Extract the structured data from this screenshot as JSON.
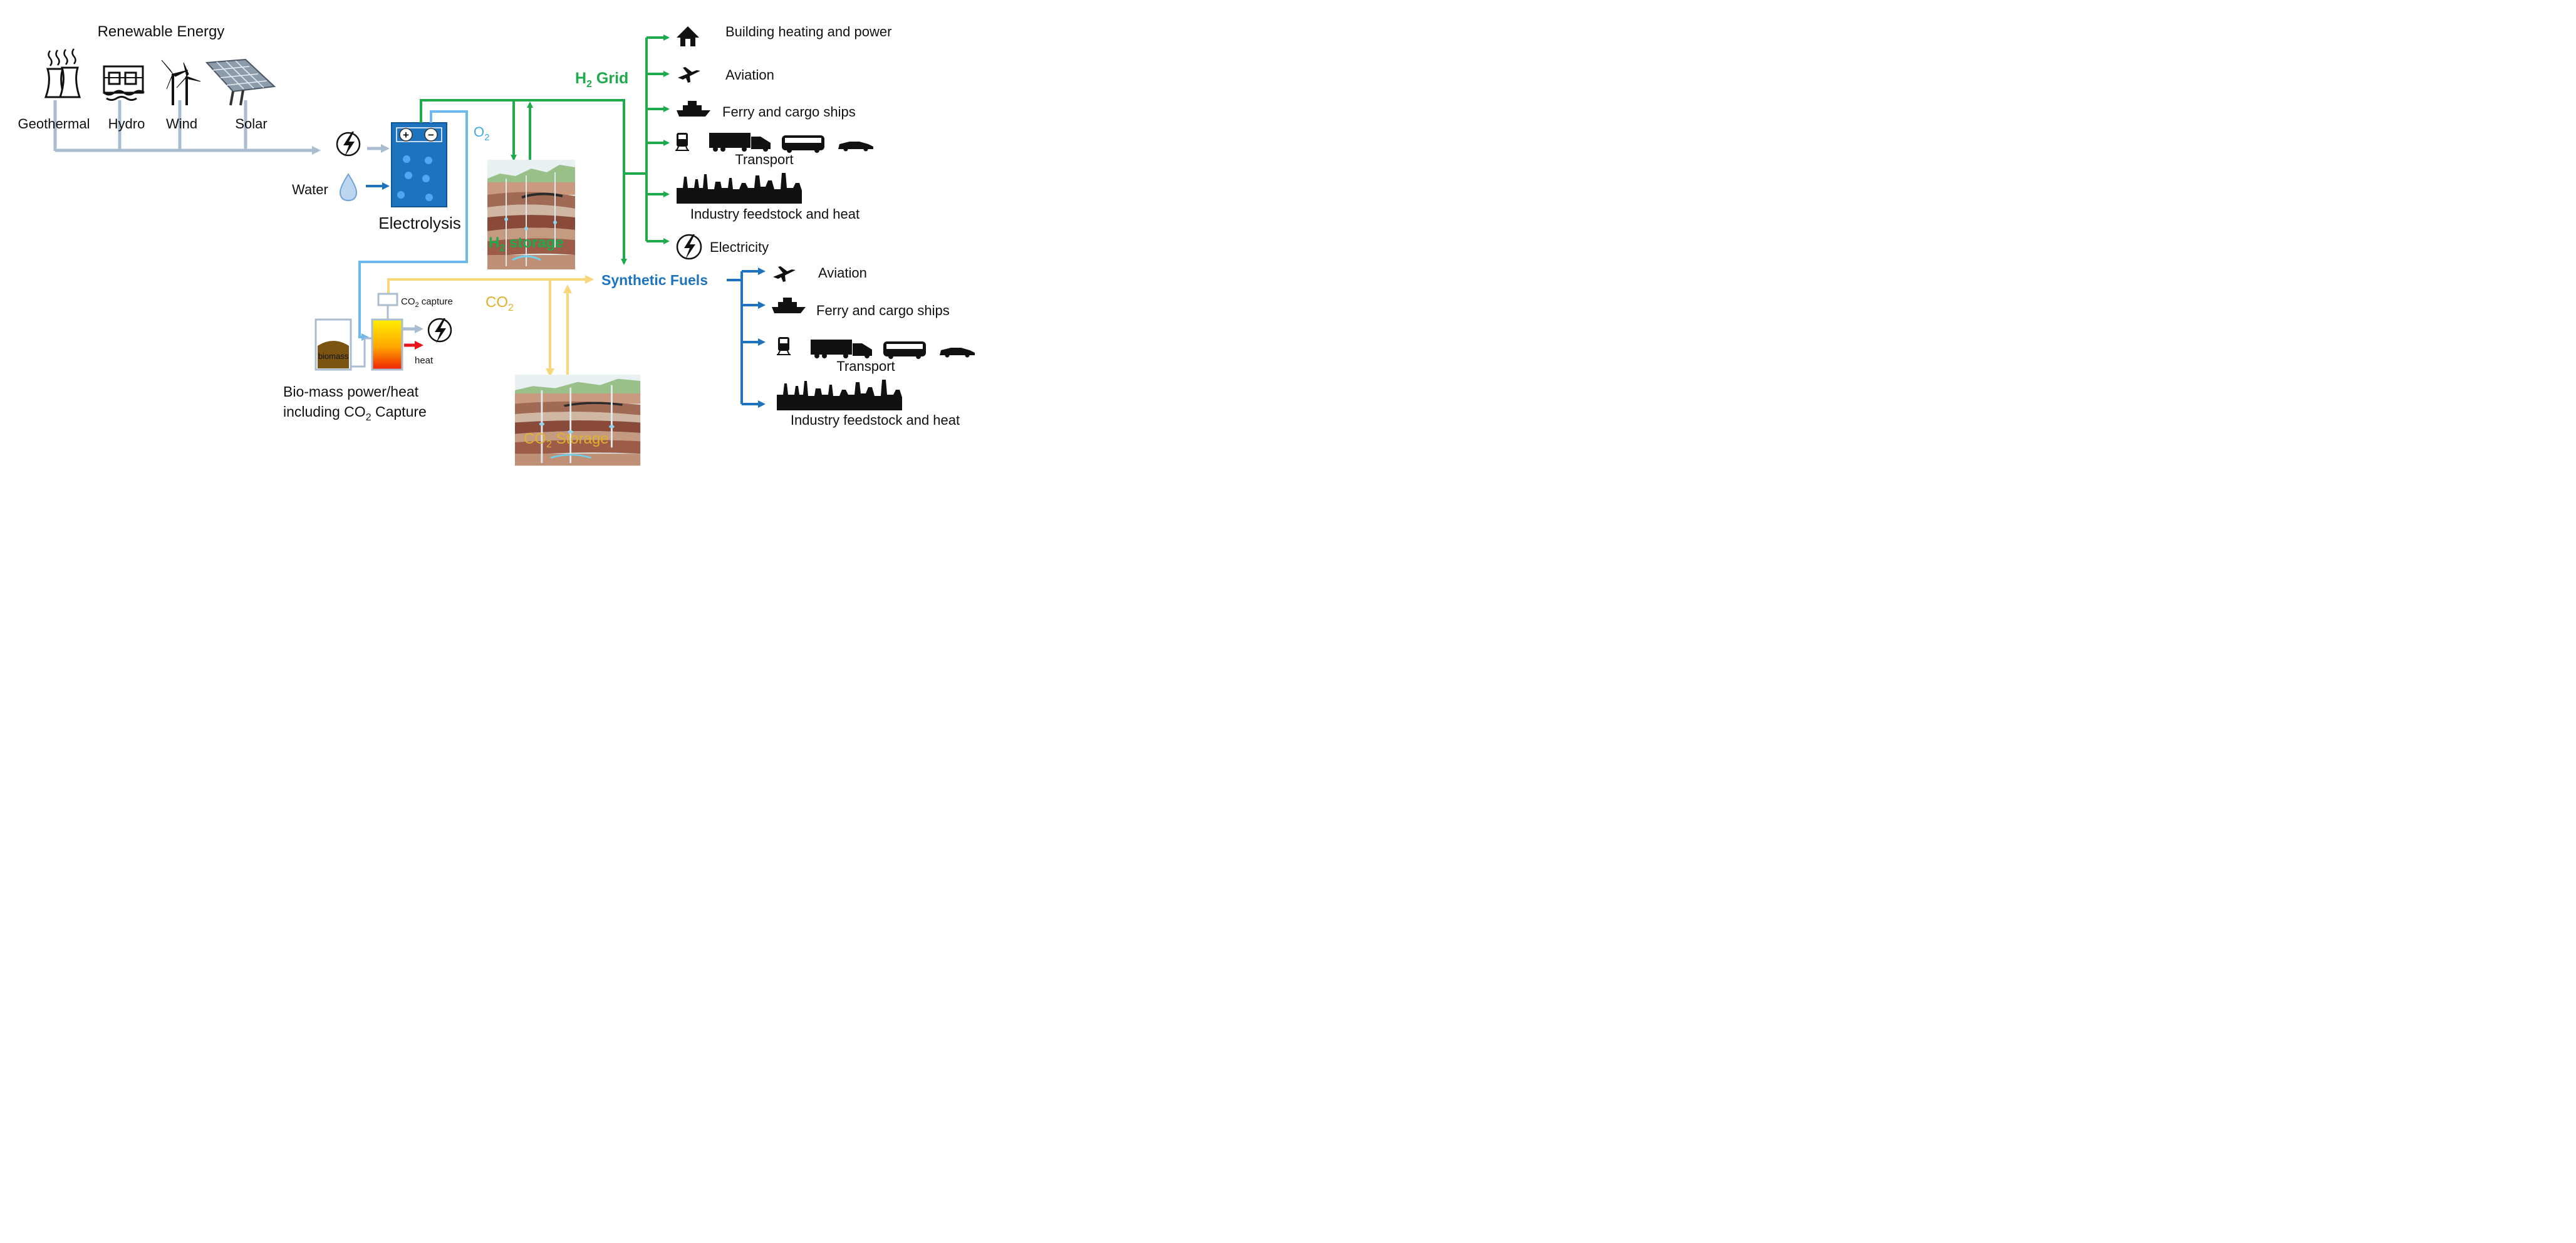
{
  "renewables": {
    "title": "Renewable  Energy",
    "sources": [
      "Geothermal",
      "Hydro",
      "Wind",
      "Solar"
    ]
  },
  "inputs": {
    "water": "Water"
  },
  "electrolysis": {
    "label": "Electrolysis",
    "plus": "+",
    "minus": "−"
  },
  "o2": {
    "base": "O",
    "sub": "2"
  },
  "h2_grid": {
    "base": "H",
    "sub": "2",
    "rest": " Grid"
  },
  "h2_storage": {
    "base": "H",
    "sub": "2",
    "rest": " storage"
  },
  "co2": {
    "base": "CO",
    "sub": "2"
  },
  "co2_capture": {
    "base": "CO",
    "sub": "2",
    "rest": " capture"
  },
  "co2_storage": {
    "base": "CO",
    "sub": "2",
    "rest": " Storage"
  },
  "biomass": {
    "tank_label": "biomass",
    "heat_label": "heat",
    "caption_line1": "Bio-mass power/heat",
    "caption_line2_pre": "including CO",
    "caption_line2_sub": "2",
    "caption_line2_post": " Capture"
  },
  "synthetic_fuels": {
    "label": "Synthetic Fuels"
  },
  "h2_uses": {
    "building": "Building heating and power",
    "aviation": "Aviation",
    "ships": "Ferry and cargo ships",
    "transport": "Transport",
    "industry": "Industry feedstock and heat",
    "electricity": "Electricity"
  },
  "sf_uses": {
    "aviation": "Aviation",
    "ships": "Ferry and cargo ships",
    "transport": "Transport",
    "industry": "Industry feedstock and heat"
  },
  "colors": {
    "h2_green": "#1faa4b",
    "synthetic_blue": "#1e73be",
    "co2_yellow": "#f7d77a",
    "o2_lightblue": "#6db8ef",
    "renewable_grey": "#a9bcd0"
  }
}
